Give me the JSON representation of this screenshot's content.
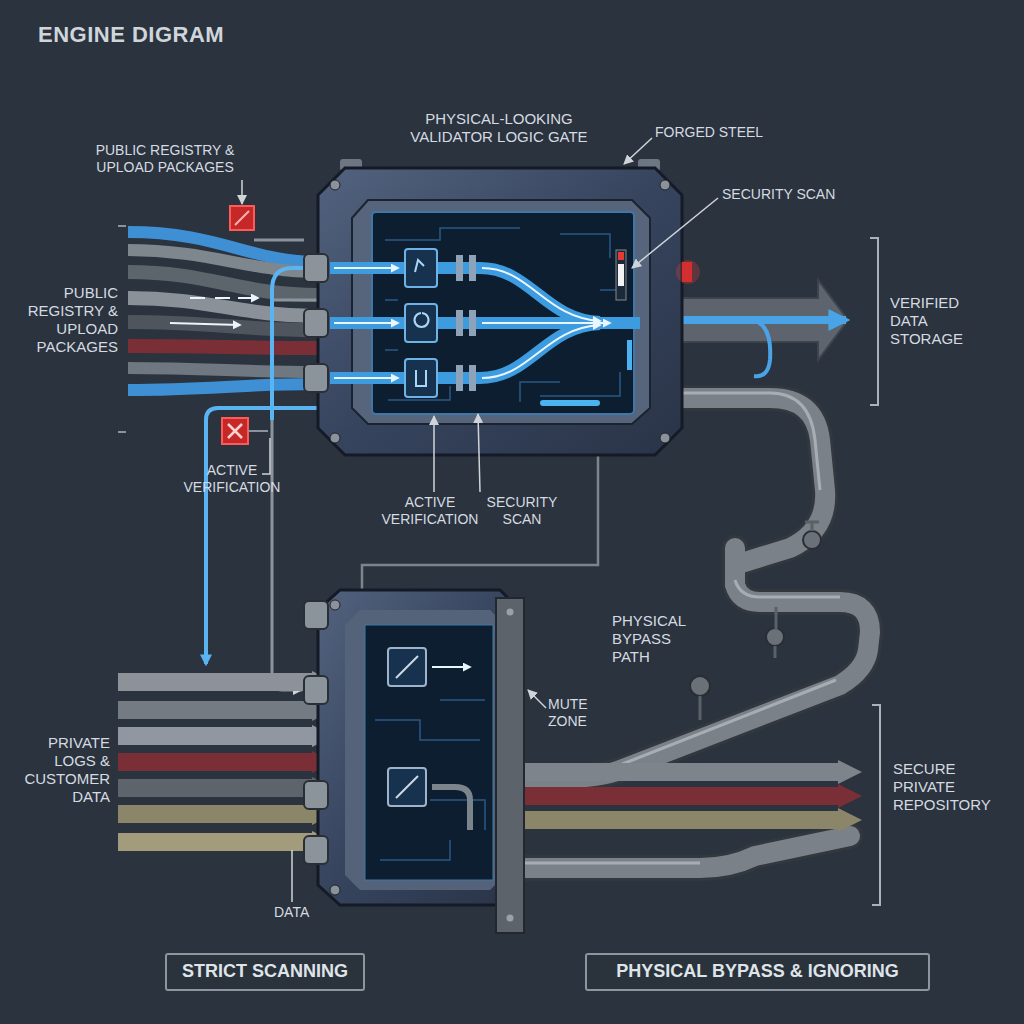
{
  "diagram": {
    "title": "ENGINE DIGRAM",
    "nodes": [
      {
        "text": [
          "PHYSICAL-LOOKING VALIDATOR LOGIC GATE"
        ]
      },
      {
        "text": [
          "STRICT SCANNING"
        ]
      },
      {
        "text": [
          "PHYSICAL BYPASS & IGNORING"
        ]
      }
    ],
    "labels": [
      "FORGED STEEL",
      "PUBLIC REGISTRY & UPLOAD PACKAGES",
      "SECURITY SCAN",
      "PUBLIC REGISTRY & UPLOAD PACKAGES",
      "VERIFIED DATA STORAGE",
      "ACTIVE VERIFICATION",
      "ACTIVE VERIFICATION",
      "SECURITY SCAN",
      "PHYSICAL BYPASS PATH",
      "MUTE ZONE",
      "PRIVATE LOGS & CUSTOMER DATA",
      "SECURE PRIVATE REPOSITORY",
      "DATA"
    ]
  }
}
